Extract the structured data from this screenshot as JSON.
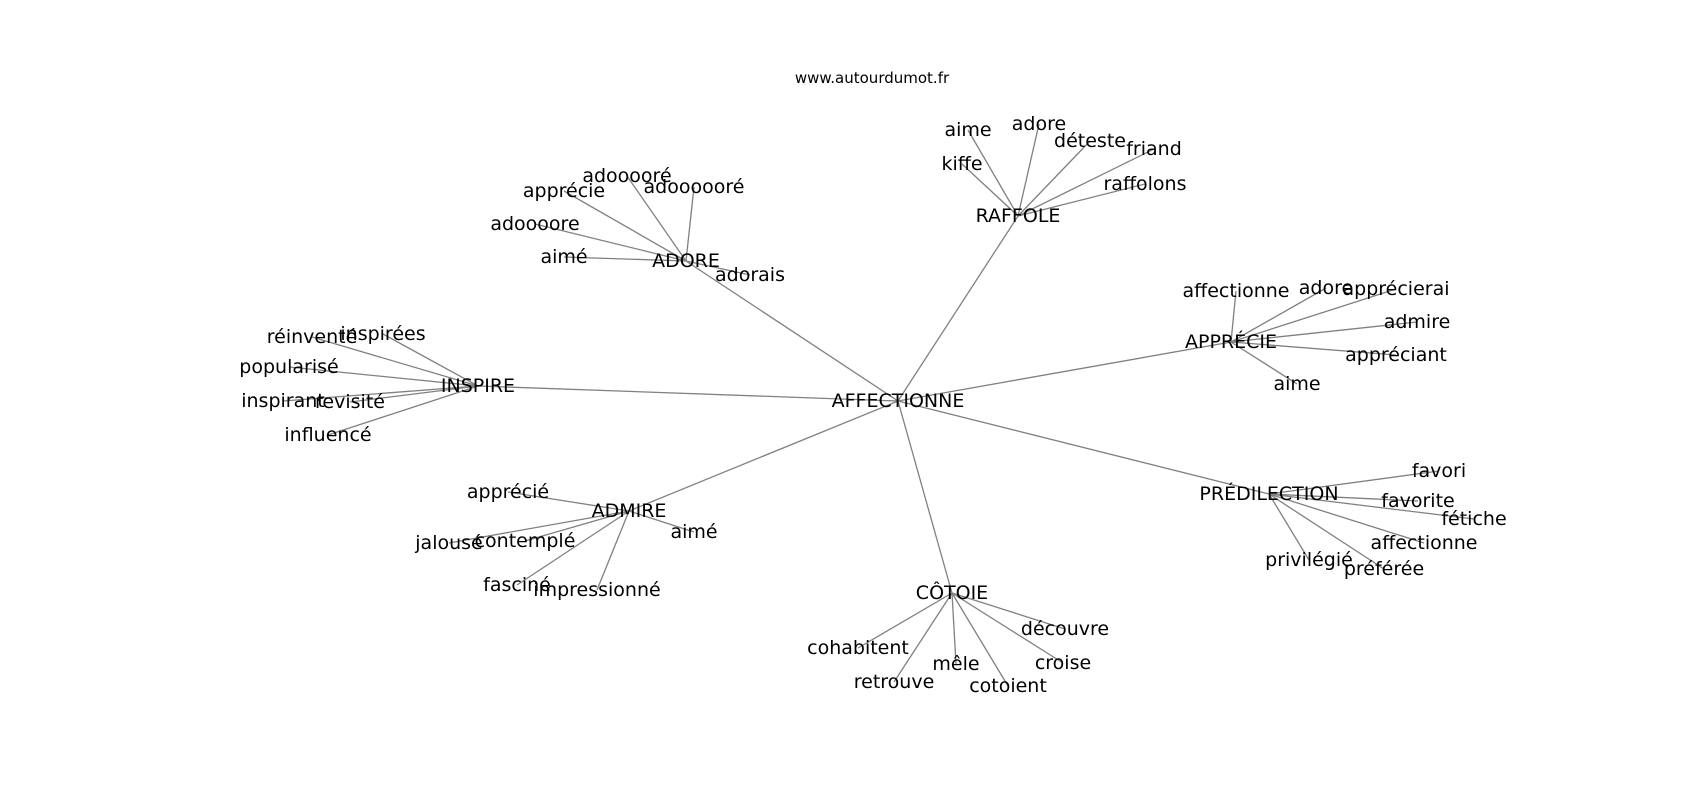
{
  "source": "www.autourdumot.fr",
  "colors": {
    "edge": "#808080",
    "text": "#000000",
    "background": "#ffffff"
  },
  "center": "AFFECTIONNE",
  "hubs": [
    {
      "id": "adore",
      "label": "ADORE",
      "leaves": [
        "adoooore",
        "apprécie",
        "adooooré",
        "adoooooré",
        "aimé",
        "adorais"
      ]
    },
    {
      "id": "raffole",
      "label": "RAFFOLE",
      "leaves": [
        "aime",
        "adore",
        "déteste",
        "friand",
        "kiffe",
        "raffolons"
      ]
    },
    {
      "id": "apprecie",
      "label": "APPRÉCIE",
      "leaves": [
        "affectionne",
        "adore",
        "apprécierai",
        "admire",
        "appréciant",
        "aime"
      ]
    },
    {
      "id": "inspire",
      "label": "INSPIRE",
      "leaves": [
        "réinventé",
        "inspirées",
        "popularisé",
        "inspirant",
        "revisité",
        "influencé"
      ]
    },
    {
      "id": "admire",
      "label": "ADMIRE",
      "leaves": [
        "apprécié",
        "jalousé",
        "contemplé",
        "aimé",
        "fasciné",
        "impressionné"
      ]
    },
    {
      "id": "predilection",
      "label": "PRÉDILECTION",
      "leaves": [
        "favori",
        "favorite",
        "fétiche",
        "affectionne",
        "privilégié",
        "préférée"
      ]
    },
    {
      "id": "cotoie",
      "label": "CÔTOIE",
      "leaves": [
        "cohabitent",
        "découvre",
        "mêle",
        "croise",
        "retrouve",
        "cotoient"
      ]
    }
  ]
}
